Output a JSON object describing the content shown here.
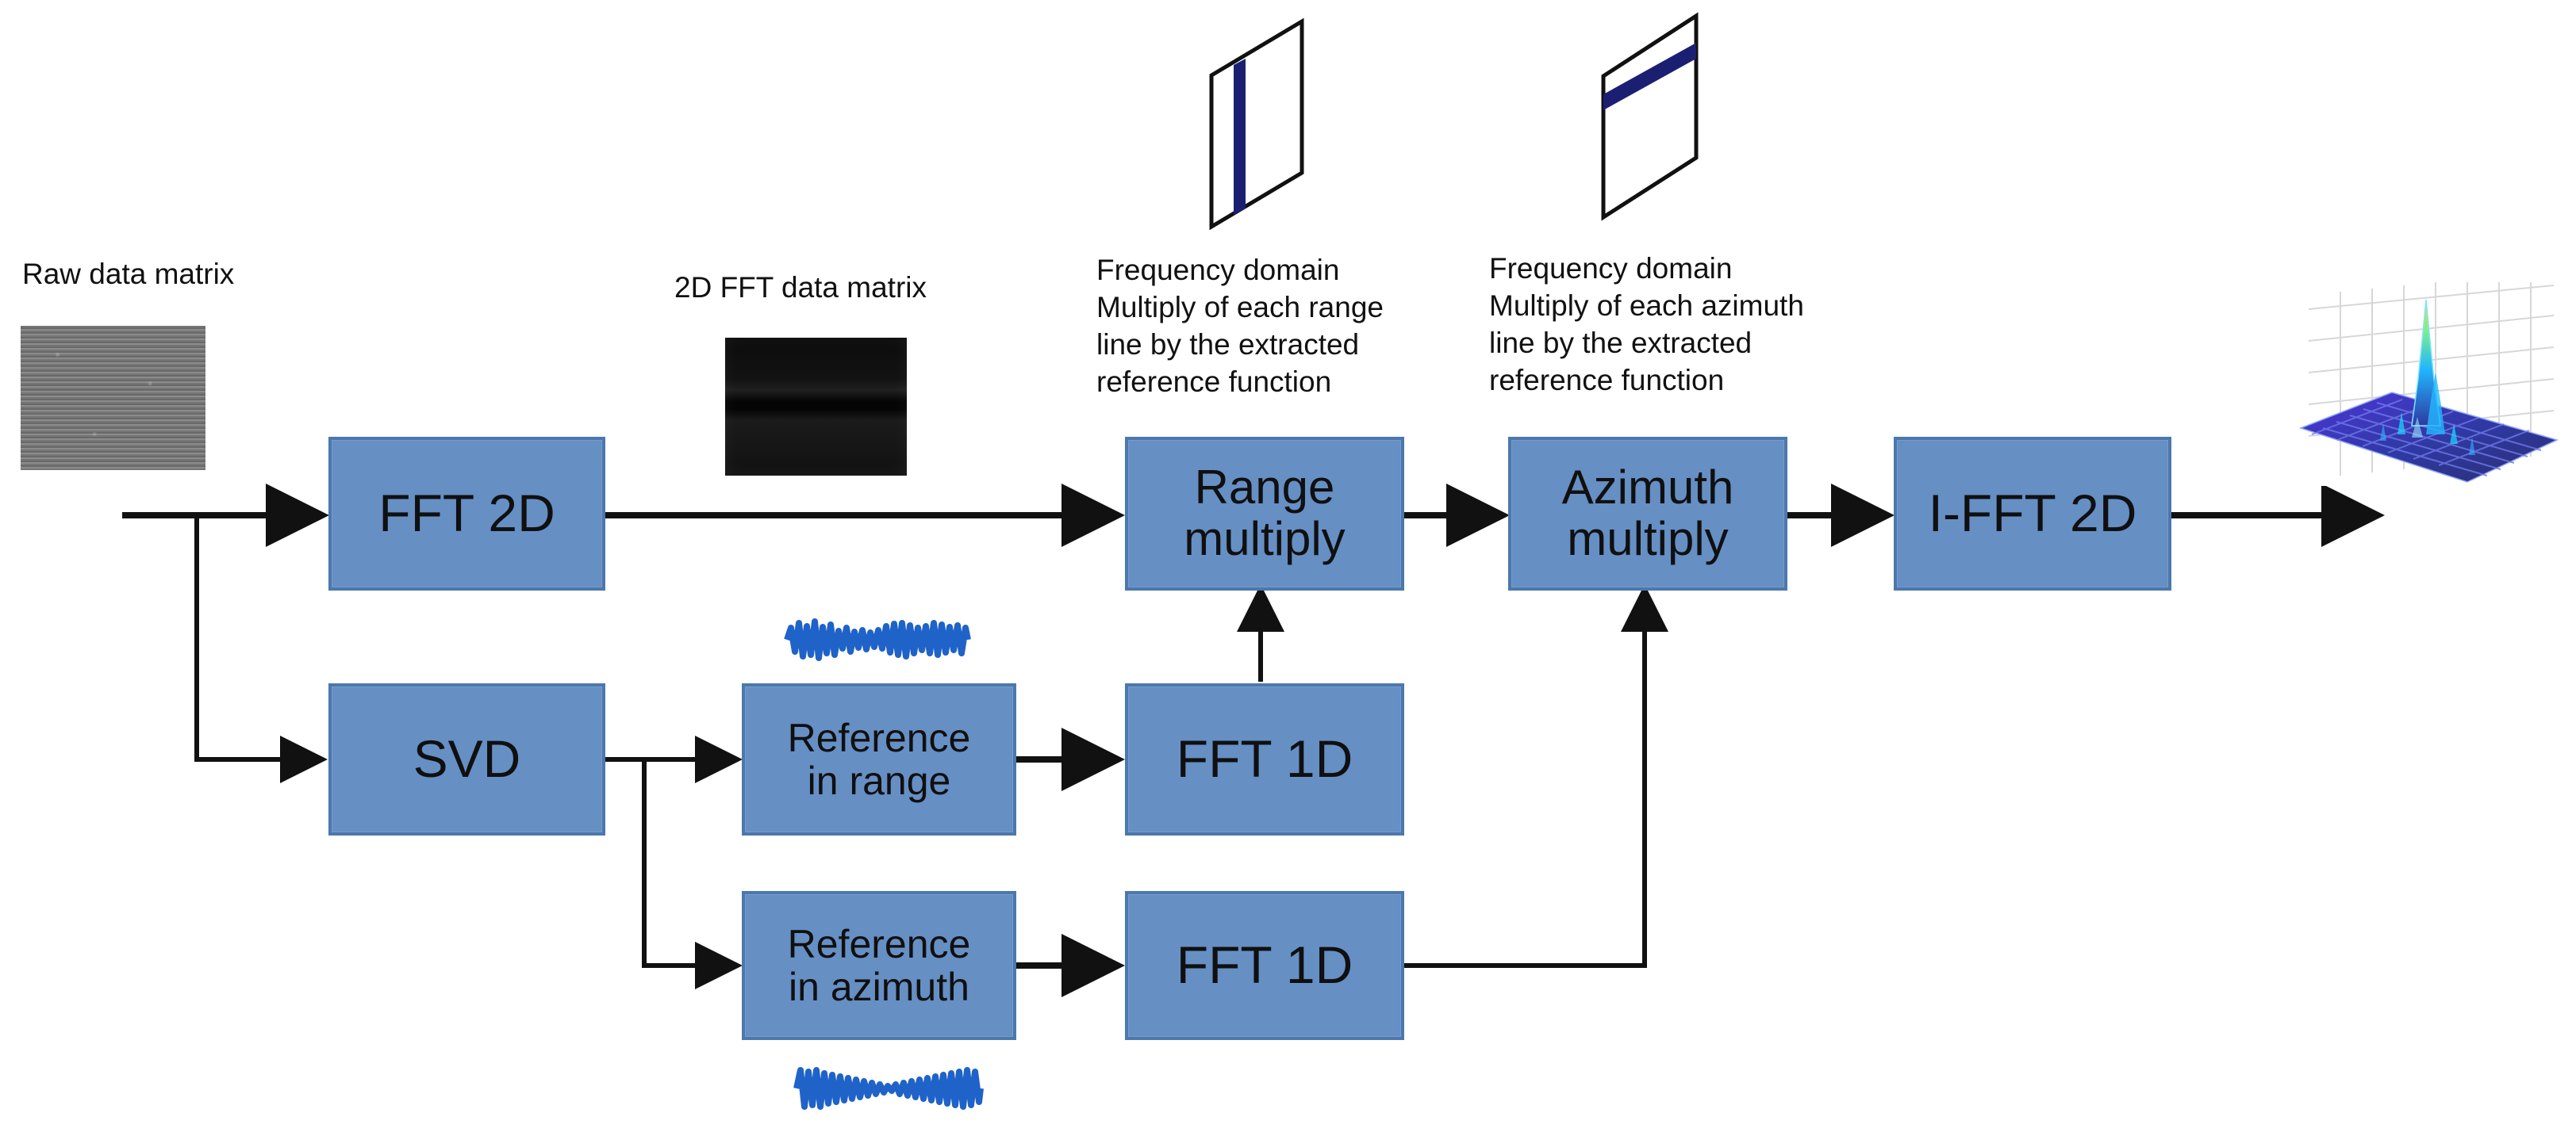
{
  "labels": {
    "raw_data_matrix": "Raw data matrix",
    "fft_data_matrix": "2D FFT data matrix",
    "range_note": "Frequency domain\nMultiply of each range\nline by the extracted\nreference function",
    "azimuth_note": "Frequency domain\nMultiply of each azimuth\nline by the extracted\nreference function"
  },
  "blocks": {
    "fft_2d": "FFT 2D",
    "range_multiply": "Range\nmultiply",
    "azimuth_multiply": "Azimuth\nmultiply",
    "ifft_2d": "I-FFT 2D",
    "svd": "SVD",
    "reference_range": "Reference\nin range",
    "fft_1d_top": "FFT 1D",
    "reference_azimuth": "Reference\nin azimuth",
    "fft_1d_bottom": "FFT 1D"
  },
  "colors": {
    "block_fill": "#668fc4",
    "block_border": "#4b78ad",
    "arrow": "#111111",
    "signal_blue": "#1f63c9",
    "stripe_navy": "#1b1f72"
  }
}
